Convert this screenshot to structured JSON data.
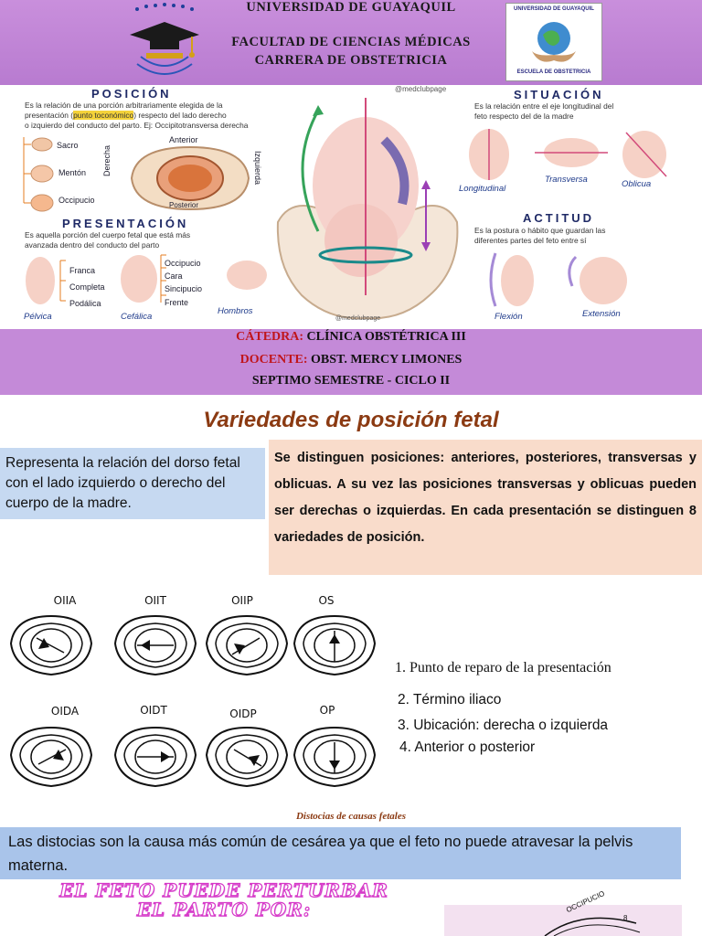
{
  "header": {
    "university": "UNIVERSIDAD DE GUAYAQUIL",
    "faculty": "FACULTAD DE CIENCIAS MÉDICAS",
    "career": "CARRERA DE OBSTETRICIA",
    "logo_right_top": "UNIVERSIDAD DE GUAYAQUIL",
    "logo_right_bottom": "ESCUELA DE OBSTETRICIA"
  },
  "infographic": {
    "posicion": {
      "heading": "POSICIÓN",
      "text_1": "Es la relación de una porción arbitrariamente elegida de la",
      "text_2a": "presentación (",
      "text_2b": "punto toconómico",
      "text_2c": ") respecto del lado derecho",
      "text_3": "o izquierdo del conducto del parto. Ej: Occipitotransversa derecha",
      "items": [
        "Sacro",
        "Mentón",
        "Occipucio"
      ],
      "anterior": "Anterior",
      "posterior": "Posterior",
      "derecha": "Derecha",
      "izquierda": "Izquierda"
    },
    "handle": "@medclubpage",
    "handle_bottom": "@medclubpage",
    "situacion": {
      "heading": "SITUACIÓN",
      "text_1": "Es la relación entre el eje longitudinal del",
      "text_2": "feto respecto del de la madre",
      "items": [
        "Longitudinal",
        "Transversa",
        "Oblicua"
      ]
    },
    "presentacion": {
      "heading": "PRESENTACIÓN",
      "text_1": "Es aquella porción del cuerpo fetal que está más",
      "text_2": "avanzada dentro del conducto del parto",
      "pelvica_items": [
        "Franca",
        "Completa",
        "Podálica"
      ],
      "cefalica_items": [
        "Occipucio",
        "Cara",
        "Sincipucio",
        "Frente"
      ],
      "labels": [
        "Pélvica",
        "Cefálica",
        "Hombros"
      ]
    },
    "actitud": {
      "heading": "ACTITUD",
      "text_1": "Es la postura o hábito que guardan las",
      "text_2": "diferentes partes del feto entre sí",
      "items": [
        "Flexión",
        "Extensión"
      ]
    }
  },
  "band2": {
    "catedra_label": "CÁTEDRA:",
    "catedra_value": "CLÍNICA OBSTÉTRICA III",
    "docente_label": "DOCENTE:",
    "docente_value": "OBST. MERCY LIMONES",
    "semestre": "SEPTIMO SEMESTRE - CICLO II"
  },
  "main": {
    "title": "Variedades de posición fetal",
    "blue_box": "Representa la relación del dorso fetal con el lado izquierdo o derecho del cuerpo de la madre.",
    "peach_box": "Se distinguen posiciones: anteriores, posteriores, transversas y oblicuas. A su vez las posiciones transversas y oblicuas pueden ser derechas o izquierdas. En cada presentación se distinguen 8 variedades de posición.",
    "pelvis_labels_top": [
      "OIIA",
      "OIIT",
      "OIIP",
      "OS"
    ],
    "pelvis_labels_bottom": [
      "OIDA",
      "OIDT",
      "OIDP",
      "OP"
    ],
    "list": [
      "1. Punto de reparo de la presentación",
      "2. Término iliaco",
      "3. Ubicación: derecha o izquierda",
      "4. Anterior o posterior"
    ],
    "distocias_title": "Distocias de causas fetales",
    "distocias_text": "Las distocias son la causa más común de cesárea ya que el feto no puede atravesar la pelvis materna.",
    "fancy_1": "EL FETO PUEDE PERTURBAR",
    "fancy_2": "EL PARTO POR:",
    "corner_label": "OCCIPUCIO",
    "corner_number": "8"
  },
  "colors": {
    "header_band": "#c98fdc",
    "heading_red": "#c0151b",
    "title_brown": "#8b3a12",
    "blue_box": "#c6d9f1",
    "peach_box": "#f9dccb",
    "blue_box2": "#a9c4ea"
  }
}
